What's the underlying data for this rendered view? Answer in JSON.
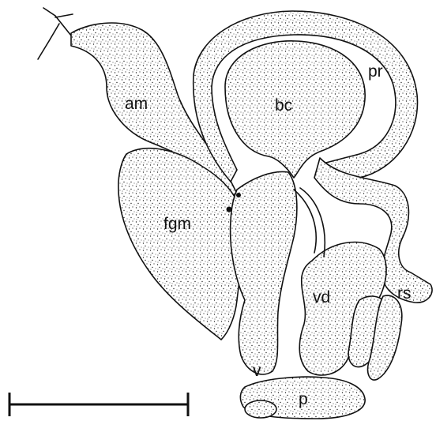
{
  "figure": {
    "labels": {
      "am": "am",
      "bc": "bc",
      "pr": "pr",
      "fgm": "fgm",
      "vd": "vd",
      "rs": "rs",
      "v": "v",
      "p": "p"
    },
    "colors": {
      "ink": "#111111",
      "background": "#ffffff"
    }
  }
}
